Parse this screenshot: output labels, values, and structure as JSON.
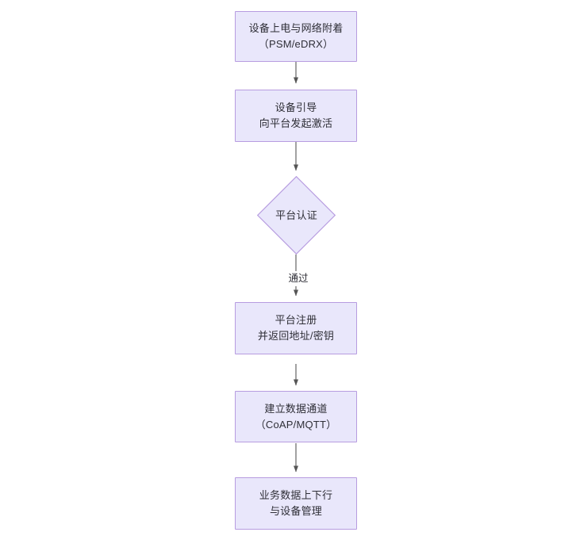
{
  "diagram": {
    "type": "flowchart",
    "orientation": "top-to-bottom",
    "background_color": "#ffffff",
    "node_fill_color": "#e9e7fb",
    "node_border_color": "#b79ce0",
    "edge_color": "#555555",
    "text_color": "#2f2f37",
    "nodes": [
      {
        "id": "n1",
        "shape": "rectangle",
        "line1": "设备上电与网络附着",
        "line2": "（PSM/eDRX）",
        "text": "设备上电与网络附着\n（PSM/eDRX）"
      },
      {
        "id": "n2",
        "shape": "rectangle",
        "line1": "设备引导",
        "line2": "向平台发起激活",
        "text": "设备引导\n向平台发起激活"
      },
      {
        "id": "n3",
        "shape": "diamond",
        "line1": "平台认证",
        "line2": "",
        "text": "平台认证"
      },
      {
        "id": "n4",
        "shape": "rectangle",
        "line1": "平台注册",
        "line2": "并返回地址/密钥",
        "text": "平台注册\n并返回地址/密钥"
      },
      {
        "id": "n5",
        "shape": "rectangle",
        "line1": "建立数据通道",
        "line2": "（CoAP/MQTT）",
        "text": "建立数据通道\n（CoAP/MQTT）"
      },
      {
        "id": "n6",
        "shape": "rectangle",
        "line1": "业务数据上下行",
        "line2": "与设备管理",
        "text": "业务数据上下行\n与设备管理"
      }
    ],
    "edges": [
      {
        "id": "e1",
        "from": "n1",
        "to": "n2",
        "label": ""
      },
      {
        "id": "e2",
        "from": "n2",
        "to": "n3",
        "label": ""
      },
      {
        "id": "e3",
        "from": "n3",
        "to": "n4",
        "label": "通过"
      },
      {
        "id": "e4",
        "from": "n4",
        "to": "n5",
        "label": ""
      },
      {
        "id": "e5",
        "from": "n5",
        "to": "n6",
        "label": ""
      }
    ]
  }
}
